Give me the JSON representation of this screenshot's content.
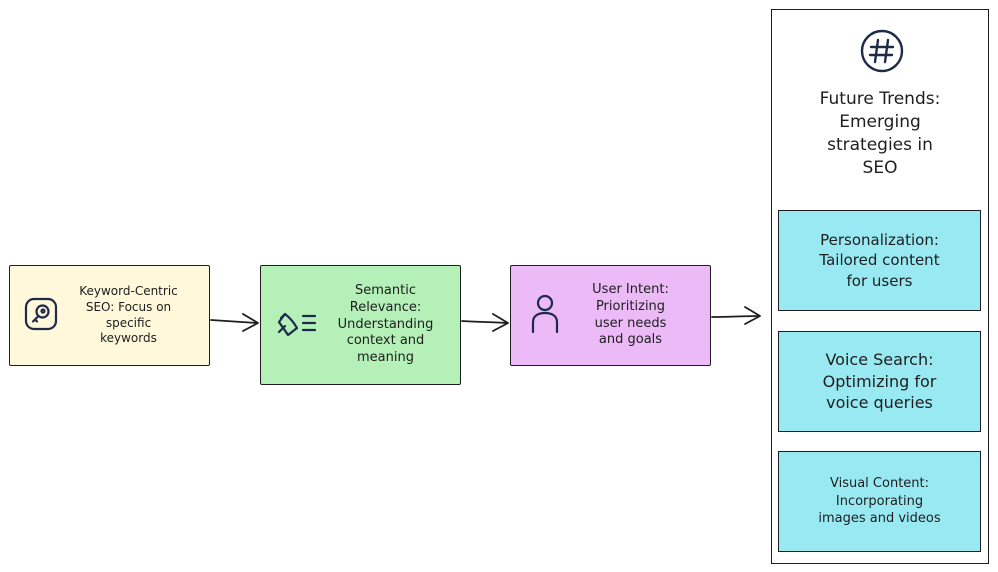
{
  "stages": [
    {
      "label": "Keyword-Centric\nSEO: Focus on\nspecific\nkeywords",
      "icon": "search-key-icon",
      "color": "#fff8db"
    },
    {
      "label": "Semantic\nRelevance:\nUnderstanding\ncontext and\nmeaning",
      "icon": "semantic-bell-list-icon",
      "color": "#b4f0b8"
    },
    {
      "label": "User Intent:\nPrioritizing\nuser needs\nand goals",
      "icon": "user-icon",
      "color": "#ebbaf7"
    }
  ],
  "future": {
    "icon": "hashtag-icon",
    "title": "Future Trends:\nEmerging\nstrategies in\nSEO",
    "trends": [
      {
        "label": "Personalization:\nTailored content\nfor users"
      },
      {
        "label": "Voice Search:\nOptimizing for\nvoice queries"
      },
      {
        "label": "Visual Content:\nIncorporating\nimages and videos"
      }
    ],
    "trend_color": "#99e9f2"
  },
  "stroke_color": "#1e1e1e",
  "icon_color": "#1e2a4a"
}
